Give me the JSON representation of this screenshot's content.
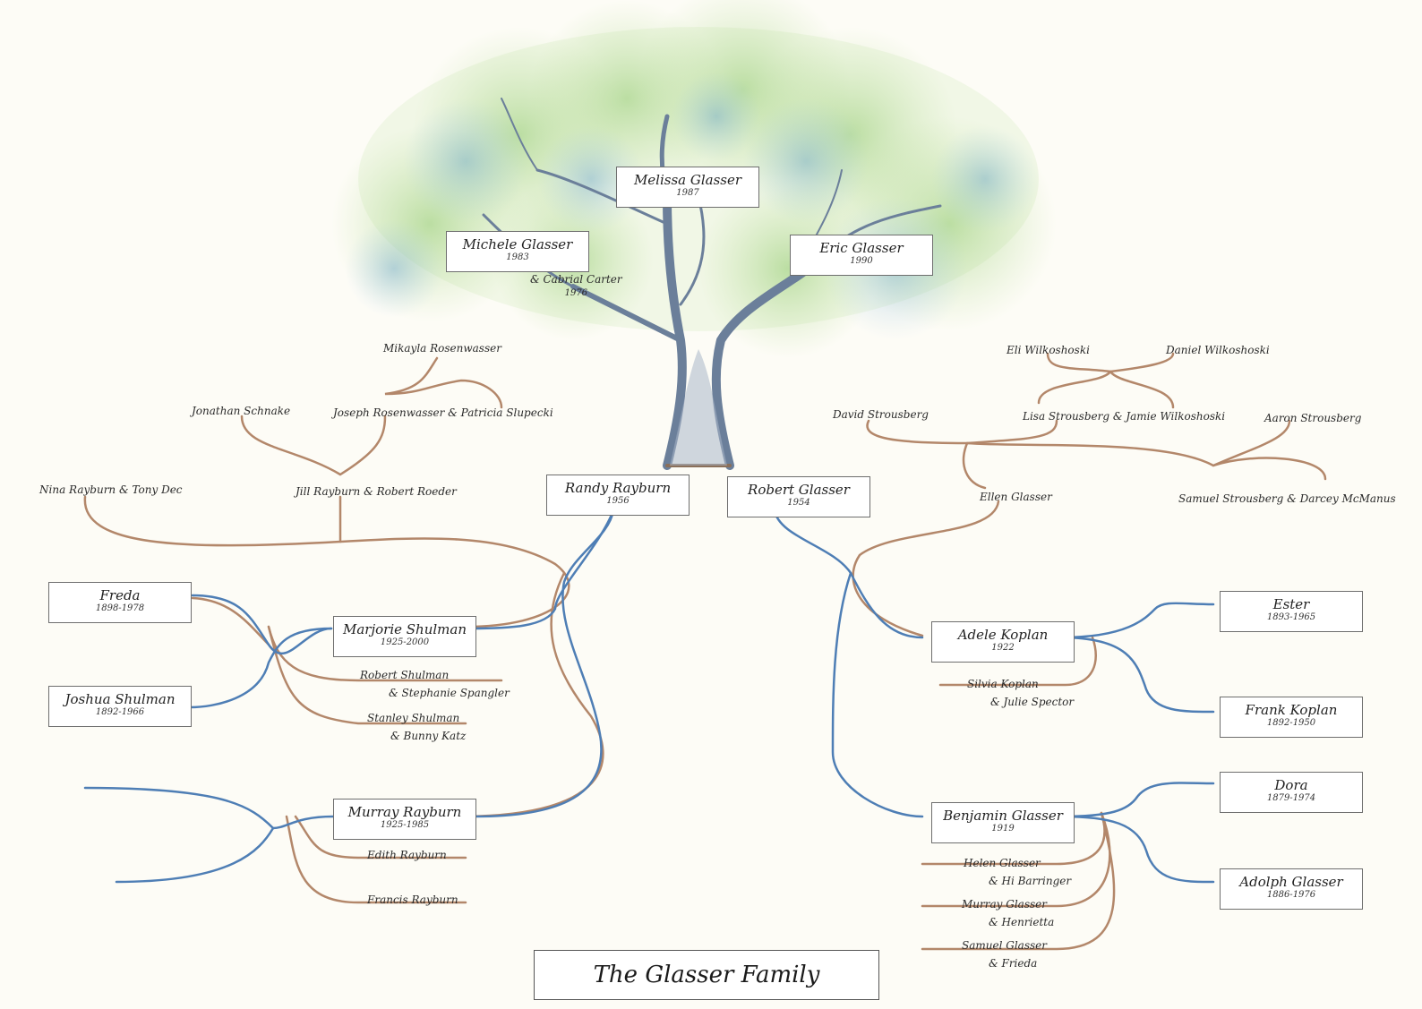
{
  "title": "The Glasser Family",
  "colors": {
    "paternal_line": "#4e7eb5",
    "spouse_line": "#b3876a",
    "trunk": "#6b7f9a"
  },
  "people": {
    "melissa": {
      "name": "Melissa Glasser",
      "year": "1987"
    },
    "michele": {
      "name": "Michele Glasser",
      "year": "1983"
    },
    "eric": {
      "name": "Eric Glasser",
      "year": "1990"
    },
    "randy": {
      "name": "Randy Rayburn",
      "year": "1956"
    },
    "robert": {
      "name": "Robert Glasser",
      "year": "1954"
    },
    "freda": {
      "name": "Freda",
      "year": "1898-1978"
    },
    "joshua": {
      "name": "Joshua Shulman",
      "year": "1892-1966"
    },
    "marjorie": {
      "name": "Marjorie Shulman",
      "year": "1925-2000"
    },
    "murray_r": {
      "name": "Murray Rayburn",
      "year": "1925-1985"
    },
    "adele": {
      "name": "Adele Koplan",
      "year": "1922"
    },
    "ester": {
      "name": "Ester",
      "year": "1893-1965"
    },
    "frank": {
      "name": "Frank Koplan",
      "year": "1892-1950"
    },
    "benjamin": {
      "name": "Benjamin Glasser",
      "year": "1919"
    },
    "dora": {
      "name": "Dora",
      "year": "1879-1974"
    },
    "adolph": {
      "name": "Adolph Glasser",
      "year": "1886-1976"
    }
  },
  "labels": {
    "cabrial": {
      "line1": "& Cabrial Carter",
      "line2": "1976"
    },
    "mikayla": "Mikayla Rosenwasser",
    "jonathan": "Jonathan Schnake",
    "joseph": "Joseph Rosenwasser & Patricia Slupecki",
    "nina": "Nina Rayburn & Tony Dec",
    "jill": "Jill Rayburn & Robert Roeder",
    "eli": "Eli Wilkoshoski",
    "daniel": "Daniel Wilkoshoski",
    "david": "David Strousberg",
    "lisa": "Lisa Strousberg & Jamie Wilkoshoski",
    "aaron": "Aaron Strousberg",
    "ellen": "Ellen Glasser",
    "samuel_s": "Samuel Strousberg & Darcey McManus",
    "robert_s": {
      "line1": "Robert Shulman",
      "line2": "& Stephanie Spangler"
    },
    "stanley": {
      "line1": "Stanley Shulman",
      "line2": "& Bunny Katz"
    },
    "edith": "Edith Rayburn",
    "francis": "Francis Rayburn",
    "silvia": {
      "line1": "Silvia Koplan",
      "line2": "& Julie Spector"
    },
    "helen": {
      "line1": "Helen Glasser",
      "line2": "& Hi Barringer"
    },
    "murray_g": {
      "line1": "Murray Glasser",
      "line2": "& Henrietta"
    },
    "samuel_g": {
      "line1": "Samuel Glasser",
      "line2": "& Frieda"
    }
  }
}
